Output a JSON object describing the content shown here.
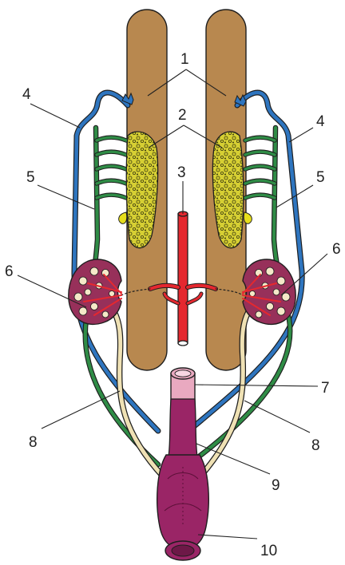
{
  "labels": {
    "l1": "1",
    "l2": "2",
    "l3": "3",
    "l4_left": "4",
    "l4_right": "4",
    "l5_left": "5",
    "l5_right": "5",
    "l6_left": "6",
    "l6_right": "6",
    "l7": "7",
    "l8_left": "8",
    "l8_right": "8",
    "l9": "9",
    "l10": "10"
  },
  "colors": {
    "gonad_brown": "#b8884f",
    "yellow_body": "#d6cf33",
    "artery_red": "#e5282f",
    "vein_blue": "#2e75bf",
    "duct_green": "#2f8c46",
    "ureter_cream": "#efe1b4",
    "kidney_maroon": "#97305a",
    "cloaca_purple": "#9a2566",
    "rectum_pink": "#e9a9c0",
    "outline": "#1e1e1e"
  }
}
